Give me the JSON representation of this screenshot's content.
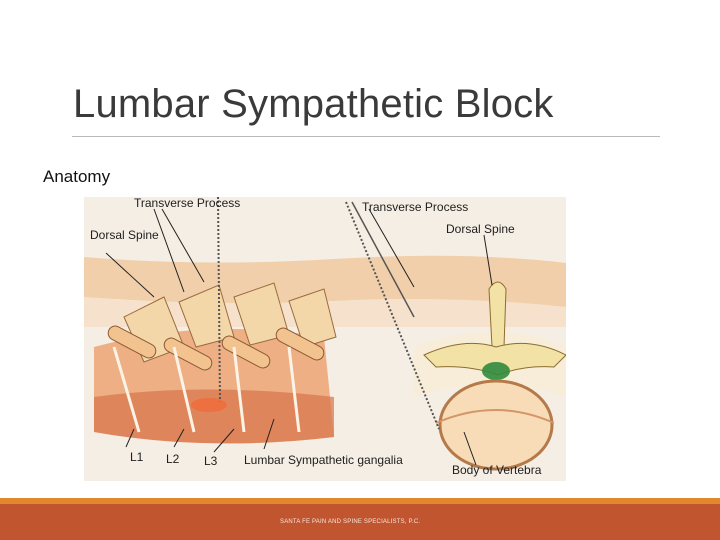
{
  "slide": {
    "title": "Lumbar Sympathetic Block",
    "subtitle": "Anatomy",
    "footer": "SANTA FE PAIN AND SPINE SPECIALISTS, P.C."
  },
  "figure": {
    "labels": {
      "transverse_process_left": "Transverse Process",
      "dorsal_spine_left": "Dorsal Spine",
      "transverse_process_right": "Transverse Process",
      "dorsal_spine_right": "Dorsal Spine",
      "l1": "L1",
      "l2": "L2",
      "l3": "L3",
      "ganglia": "Lumbar Sympathetic gangalia",
      "body_of_vertebra": "Body of Vertebra"
    }
  }
}
